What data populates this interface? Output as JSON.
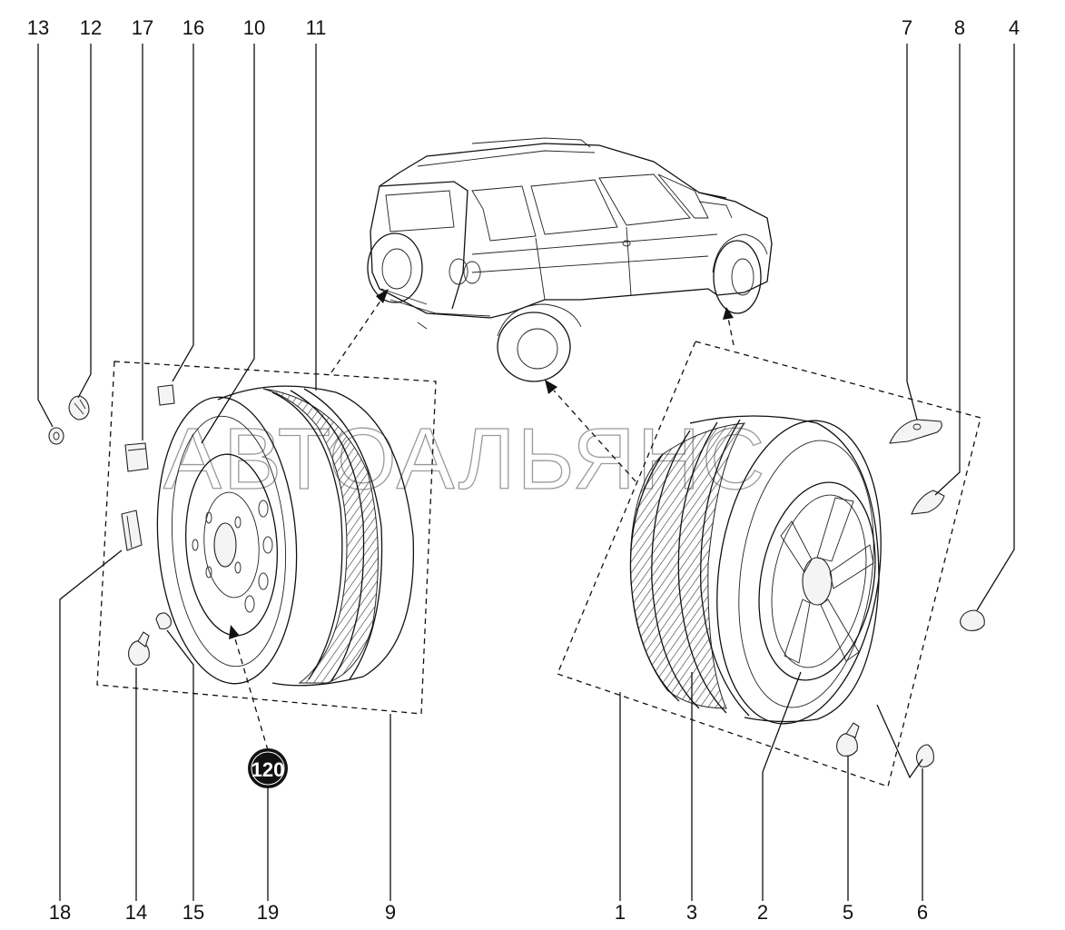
{
  "watermark": "АВТОАЛЬЯНС",
  "badge": {
    "value": "120"
  },
  "callouts": {
    "c13": "13",
    "c12": "12",
    "c17": "17",
    "c16": "16",
    "c10": "10",
    "c11": "11",
    "c7": "7",
    "c8": "8",
    "c4": "4",
    "c18": "18",
    "c14": "14",
    "c15": "15",
    "c19": "19",
    "c9": "9",
    "c1": "1",
    "c3": "3",
    "c2": "2",
    "c5": "5",
    "c6": "6"
  }
}
